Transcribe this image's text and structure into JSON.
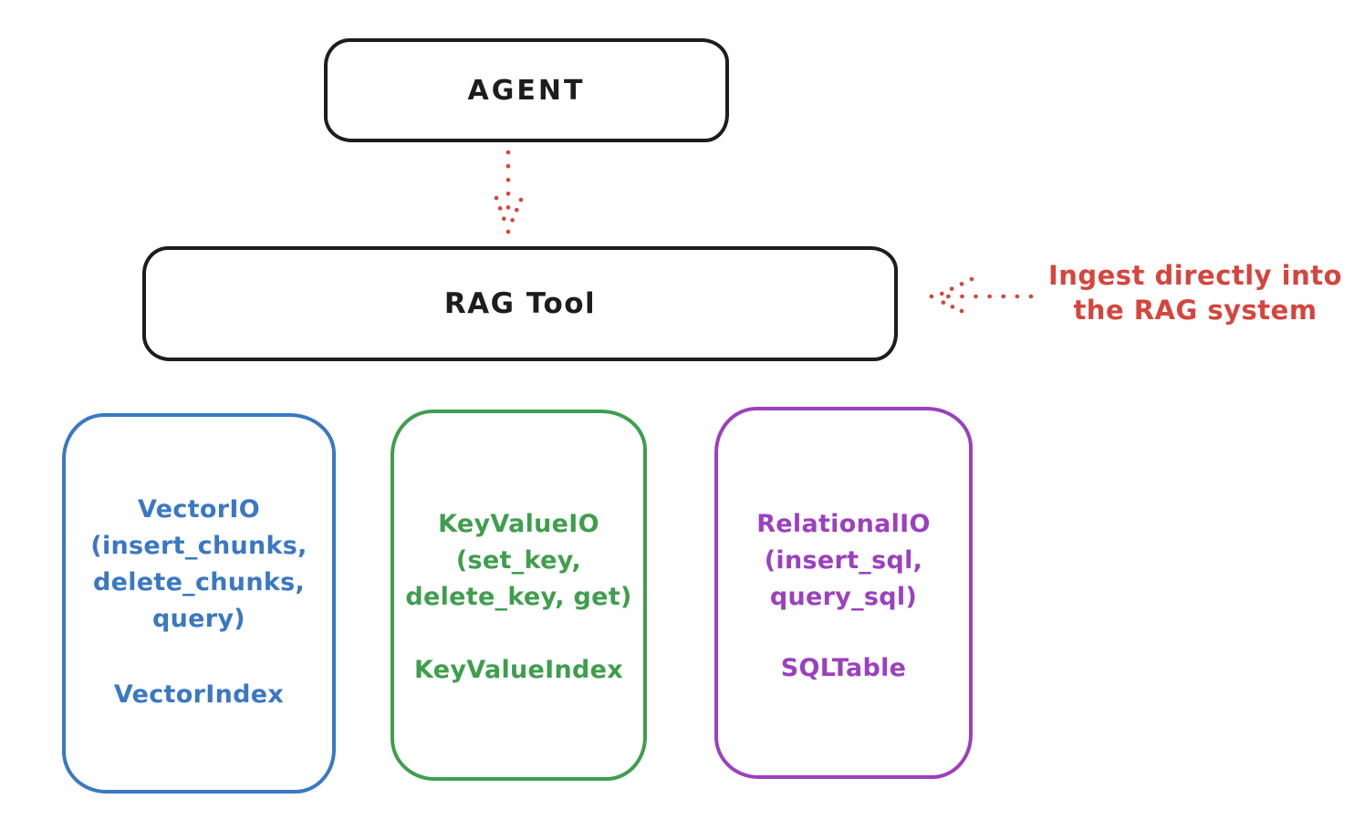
{
  "colors": {
    "ink": "#1d1d1d",
    "red": "#d5453d",
    "blue": "#3a78c2",
    "green": "#3f9e4d",
    "purple": "#9c40bf",
    "background": "#ffffff"
  },
  "nodes": {
    "agent": {
      "label": "AGENT"
    },
    "rag_tool": {
      "label": "RAG Tool"
    }
  },
  "annotation": {
    "line1": "Ingest directly into",
    "line2": "the RAG system"
  },
  "modules": [
    {
      "id": "vector-io",
      "signature_lines": [
        "VectorIO",
        "(insert_chunks,",
        "delete_chunks,",
        "query)"
      ],
      "index_label": "VectorIndex",
      "color": "#3a78c2"
    },
    {
      "id": "keyvalue-io",
      "signature_lines": [
        "KeyValueIO",
        "(set_key,",
        "delete_key, get)"
      ],
      "index_label": "KeyValueIndex",
      "color": "#3f9e4d"
    },
    {
      "id": "relational-io",
      "signature_lines": [
        "RelationalIO",
        "(insert_sql,",
        "query_sql)"
      ],
      "index_label": "SQLTable",
      "color": "#9c40bf"
    }
  ],
  "connections": [
    {
      "from": "AGENT",
      "to": "RAG Tool",
      "style": "dotted-red-arrow"
    },
    {
      "from": "Ingest directly into the RAG system",
      "to": "RAG Tool",
      "style": "dotted-red-arrow"
    }
  ]
}
